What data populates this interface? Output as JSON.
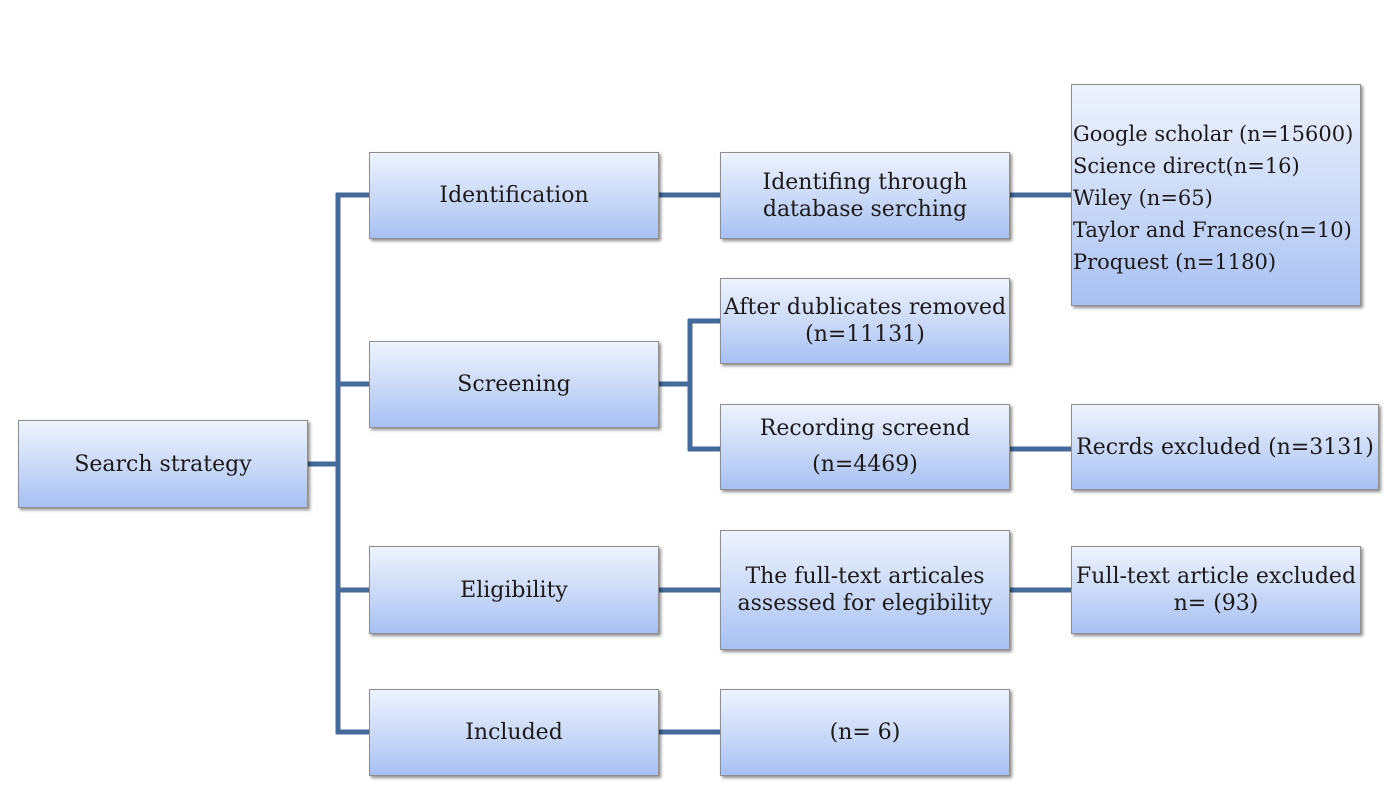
{
  "root": {
    "label": "Search strategy"
  },
  "stages": [
    {
      "label": "Identification"
    },
    {
      "label": "Screening"
    },
    {
      "label": "Eligibility"
    },
    {
      "label": "Included"
    }
  ],
  "identification": {
    "step": [
      "Identifing through",
      "database serching"
    ],
    "sources": [
      "Google scholar (n=15600)",
      "Science direct(n=16)",
      "Wiley (n=65)",
      "Taylor and Frances(n=10)",
      "Proquest (n=1180)"
    ]
  },
  "screening": {
    "duplicates": [
      "After dublicates removed",
      "(n=11131)"
    ],
    "screened": [
      "Recording screend",
      "(n=4469)"
    ],
    "excluded": "Recrds excluded (n=3131)"
  },
  "eligibility": {
    "assessed": [
      "The full-text articales",
      "assessed for elegibility"
    ],
    "excluded": [
      "Full-text article excluded",
      "n= (93)"
    ]
  },
  "included": {
    "count": "(n= 6)"
  },
  "colors": {
    "connector": "#44699a",
    "box_top": "#eef3fd",
    "box_bottom": "#a8c0f2",
    "border": "#8e8e8e"
  }
}
